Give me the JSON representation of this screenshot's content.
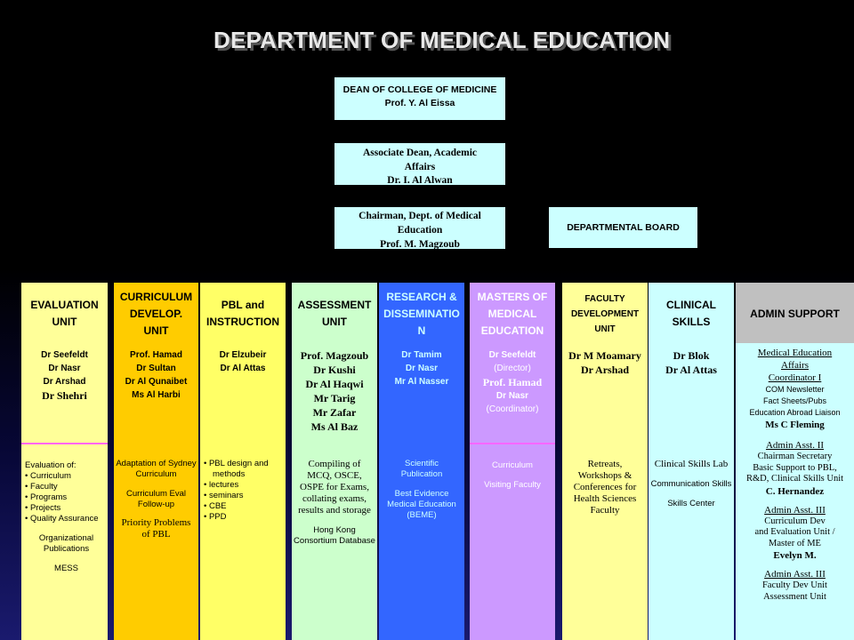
{
  "title": "DEPARTMENT OF MEDICAL EDUCATION",
  "dean": {
    "line1": "DEAN OF COLLEGE OF MEDICINE",
    "line2": "Prof. Y. Al Eissa"
  },
  "associate": {
    "line1": "Associate Dean, Academic",
    "line2": "Affairs",
    "line3": "Dr. I. Al Alwan"
  },
  "chairman": {
    "line1": "Chairman, Dept. of Medical",
    "line2": "Education",
    "line3": "Prof. M. Magzoub"
  },
  "board": {
    "label": "DEPARTMENTAL BOARD"
  },
  "colors": {
    "light_cyan": "#ccffff",
    "yellow": "#ffff99",
    "orange": "#ffcc00",
    "pale_yellow": "#ffff66",
    "light_green": "#ccffcc",
    "blue": "#3366ff",
    "purple": "#cc99ff",
    "grey": "#c0c0c0"
  },
  "units": [
    {
      "header": [
        "EVALUATION",
        "UNIT"
      ],
      "names": [
        "Dr Seefeldt",
        "Dr Nasr",
        "Dr Arshad"
      ],
      "names_serif": [
        "Dr Shehri"
      ],
      "body": [
        "Evaluation of:",
        "• Curriculum",
        "• Faculty",
        "• Programs",
        "• Projects",
        "• Quality Assurance",
        "",
        "Organizational",
        "Publications",
        "",
        "MESS"
      ]
    },
    {
      "header": [
        "CURRICULUM",
        "DEVELOP.",
        "UNIT"
      ],
      "names": [
        "Prof. Hamad",
        "Dr Sultan",
        "Dr Al Qunaibet",
        "Ms Al Harbi"
      ],
      "names_serif": [],
      "body": [
        "Adaptation of Sydney",
        "Curriculum",
        "",
        "Curriculum Eval",
        "Follow-up"
      ],
      "body_serif": [
        "Priority Problems",
        "of PBL"
      ]
    },
    {
      "header": [
        "PBL and",
        "INSTRUCTION"
      ],
      "names": [
        "Dr Elzubeir",
        "Dr Al Attas"
      ],
      "names_serif": [],
      "body": [
        "• PBL design and",
        "methods",
        "• lectures",
        "• seminars",
        "• CBE",
        "• PPD"
      ]
    },
    {
      "header": [
        "ASSESSMENT",
        "UNIT"
      ],
      "names": [],
      "names_serif": [
        "Prof. Magzoub",
        "Dr Kushi",
        "Dr Al Haqwi",
        "Mr Tarig",
        "Mr Zafar",
        "Ms Al Baz"
      ],
      "body_serif": [
        "Compiling of",
        "MCQ, OSCE,",
        "OSPE for Exams,",
        "collating exams,",
        "results and storage"
      ],
      "body": [
        "Hong Kong",
        "Consortium Database"
      ]
    },
    {
      "header": [
        "RESEARCH &",
        "DISSEMINATIO",
        "N"
      ],
      "names": [
        "Dr Tamim",
        "Dr Nasr",
        "Mr Al Nasser"
      ],
      "names_serif": [],
      "body": [
        "Scientific",
        "Publication",
        "",
        "Best Evidence",
        "Medical Education",
        "(BEME)"
      ]
    },
    {
      "header": [
        "MASTERS OF",
        "MEDICAL",
        "EDUCATION"
      ],
      "names": [
        "Dr Seefeldt",
        "(Director)"
      ],
      "names_serif": [
        "Prof. Hamad"
      ],
      "names_after": [
        "Dr Nasr",
        "(Coordinator)"
      ],
      "body": [
        "Curriculum",
        "",
        "Visiting Faculty"
      ]
    },
    {
      "header": [
        "FACULTY",
        "DEVELOPMENT",
        "UNIT"
      ],
      "names": [],
      "names_serif": [
        "Dr M Moamary",
        "Dr Arshad"
      ],
      "body_serif": [
        "Retreats,",
        "Workshops &",
        "Conferences for",
        "Health Sciences",
        "Faculty"
      ]
    },
    {
      "header": [
        "CLINICAL",
        "SKILLS"
      ],
      "names": [],
      "names_serif": [
        "Dr Blok",
        "Dr Al Attas"
      ],
      "body_serif": [
        "Clinical Skills Lab"
      ],
      "body": [
        "Communication Skills",
        "",
        "Skills Center"
      ]
    },
    {
      "header": [
        "ADMIN SUPPORT"
      ],
      "admin": {
        "title1": "Medical Education",
        "title2": "Affairs",
        "title3": "Coordinator I",
        "items": [
          "COM Newsletter",
          "Fact Sheets/Pubs",
          "Education Abroad Liaison"
        ],
        "person1": "Ms C Fleming",
        "asst2_title": "Admin Asst. II",
        "asst2_lines": [
          "Chairman Secretary",
          "Basic Support to PBL,",
          "R&D, Clinical Skills Unit"
        ],
        "person2": "C. Hernandez",
        "asst3_title": "Admin Asst. III",
        "asst3_lines": [
          "Curriculum Dev",
          "and Evaluation Unit /",
          "Master of ME"
        ],
        "person3": "Evelyn M.",
        "asst4_title": "Admin Asst. III",
        "asst4_lines": [
          "Faculty Dev Unit",
          "Assessment Unit"
        ]
      }
    }
  ]
}
